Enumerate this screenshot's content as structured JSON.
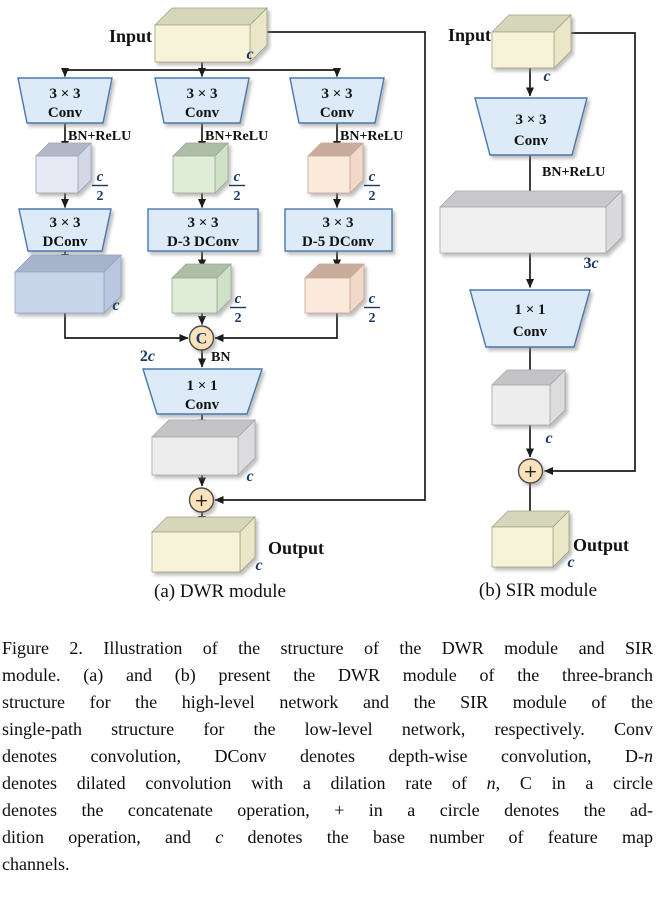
{
  "figure": {
    "panel_a": {
      "caption": "(a) DWR module",
      "input_label": "Input",
      "input_c": "c",
      "branches": [
        {
          "conv_l1": "3 × 3",
          "conv_l2": "Conv",
          "bn": "BN+ReLU",
          "mid_num": "c",
          "mid_den": "2",
          "op_l1": "3 × 3",
          "op_l2": "DConv",
          "out_c": "c"
        },
        {
          "conv_l1": "3 × 3",
          "conv_l2": "Conv",
          "bn": "BN+ReLU",
          "mid_num": "c",
          "mid_den": "2",
          "op_l1": "3 × 3",
          "op_l2": "D-3 DConv",
          "out_num": "c",
          "out_den": "2"
        },
        {
          "conv_l1": "3 × 3",
          "conv_l2": "Conv",
          "bn": "BN+ReLU",
          "mid_num": "c",
          "mid_den": "2",
          "op_l1": "3 × 3",
          "op_l2": "D-5 DConv",
          "out_num": "c",
          "out_den": "2"
        }
      ],
      "concat_symbol": "C",
      "concat_in_coeff": "2",
      "concat_in_var": "c",
      "concat_bn": "BN",
      "conv1x1_l1": "1 × 1",
      "conv1x1_l2": "Conv",
      "post_c": "c",
      "add_symbol": "+",
      "output_label": "Output",
      "output_c": "c"
    },
    "panel_b": {
      "caption": "(b) SIR module",
      "input_label": "Input",
      "input_c": "c",
      "conv3x3_l1": "3 × 3",
      "conv3x3_l2": "Conv",
      "bn": "BN+ReLU",
      "expand_coeff": "3",
      "expand_var": "c",
      "conv1x1_l1": "1 × 1",
      "conv1x1_l2": "Conv",
      "post_c": "c",
      "add_symbol": "+",
      "output_label": "Output",
      "output_c": "c"
    },
    "colors": {
      "feature_yellow": "#f7f3d8",
      "branch1_blue": "#c7d5ea",
      "branch1_cube": "#e6e9f3",
      "branch2_green": "#dfecd8",
      "branch3_peach": "#fbe9dc",
      "op_fill": "#dcebf7",
      "op_border": "#4a79ae",
      "gray_feature": "#eeedee",
      "circle_fill": "#fbe2bb",
      "label_navy": "#1a3865"
    }
  },
  "caption": {
    "lines": [
      [
        {
          "t": "Figure 2. Illustration of the structure of the DWR module and SIR",
          "i": false
        }
      ],
      [
        {
          "t": "module. (a) and (b) present the DWR module of the three-branch",
          "i": false
        }
      ],
      [
        {
          "t": "structure for the high-level network and the SIR module of the",
          "i": false
        }
      ],
      [
        {
          "t": "single-path structure for the low-level network, respectively. Conv",
          "i": false
        }
      ],
      [
        {
          "t": "denotes convolution, DConv denotes depth-wise convolution, D-",
          "i": false
        },
        {
          "t": "n",
          "i": true
        }
      ],
      [
        {
          "t": "denotes dilated convolution with a dilation rate of ",
          "i": false
        },
        {
          "t": "n",
          "i": true
        },
        {
          "t": ", C in a circle",
          "i": false
        }
      ],
      [
        {
          "t": "denotes the concatenate operation, + in a circle denotes the ad-",
          "i": false
        }
      ],
      [
        {
          "t": "dition operation, and ",
          "i": false
        },
        {
          "t": "c",
          "i": true
        },
        {
          "t": " denotes the base number of feature map",
          "i": false
        }
      ],
      [
        {
          "t": "channels.",
          "i": false
        }
      ]
    ]
  }
}
